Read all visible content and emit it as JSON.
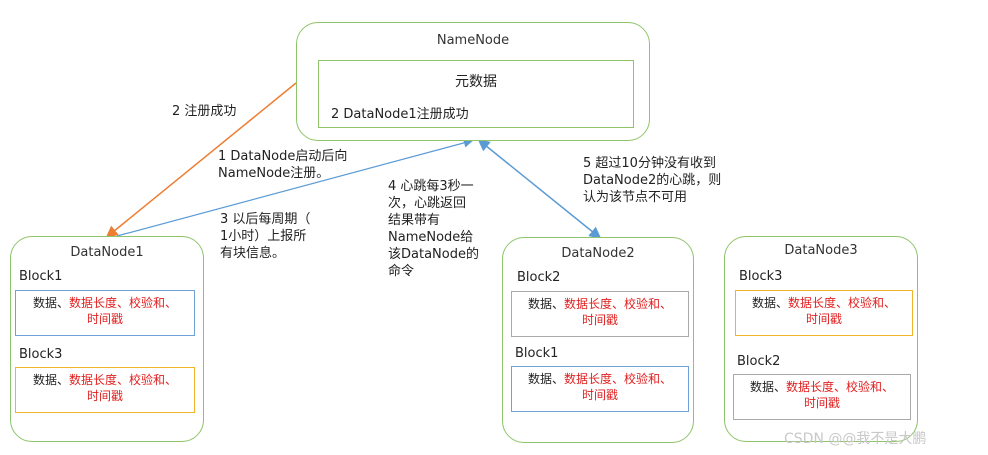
{
  "namenode": {
    "title": "NameNode",
    "metadata_title": "元数据",
    "metadata_text": "2 DataNode1注册成功"
  },
  "datanodes": [
    {
      "title": "DataNode1",
      "blocks": [
        {
          "label": "Block1",
          "prefix": "数据、",
          "red1": "数据长度、校验和、",
          "red2": "时间戳",
          "color": "blue"
        },
        {
          "label": "Block3",
          "prefix": "数据、",
          "red1": "数据长度、校验和、",
          "red2": "时间戳",
          "color": "orange"
        }
      ]
    },
    {
      "title": "DataNode2",
      "blocks": [
        {
          "label": "Block2",
          "prefix": "数据、",
          "red1": "数据长度、校验和、",
          "red2": "时间戳",
          "color": "gray"
        },
        {
          "label": "Block1",
          "prefix": "数据、",
          "red1": "数据长度、校验和、",
          "red2": "时间戳",
          "color": "blue"
        }
      ]
    },
    {
      "title": "DataNode3",
      "blocks": [
        {
          "label": "Block3",
          "prefix": "数据、",
          "red1": "数据长度、校验和、",
          "red2": "时间戳",
          "color": "orange"
        },
        {
          "label": "Block2",
          "prefix": "数据、",
          "red1": "数据长度、校验和、",
          "red2": "时间戳",
          "color": "gray"
        }
      ]
    }
  ],
  "notes": {
    "register_success": "2 注册成功",
    "startup": [
      "1 DataNode启动后向",
      "NameNode注册。"
    ],
    "report": [
      "3 以后每周期（",
      "1小时）上报所",
      "有块信息。"
    ],
    "heartbeat": [
      "4 心跳每3秒一",
      "次，心跳返回",
      "结果带有",
      "NameNode给",
      "该DataNode的",
      "命令"
    ],
    "timeout": [
      "5 超过10分钟没有收到",
      "DataNode2的心跳，则",
      "认为该节点不可用"
    ]
  },
  "watermark": "CSDN @@我不是大鹏",
  "colors": {
    "node_border": "#8fc46a",
    "register_arrow": "#ed7d31",
    "heartbeat_arrow": "#5b9bd5",
    "red_text": "#e02020"
  }
}
